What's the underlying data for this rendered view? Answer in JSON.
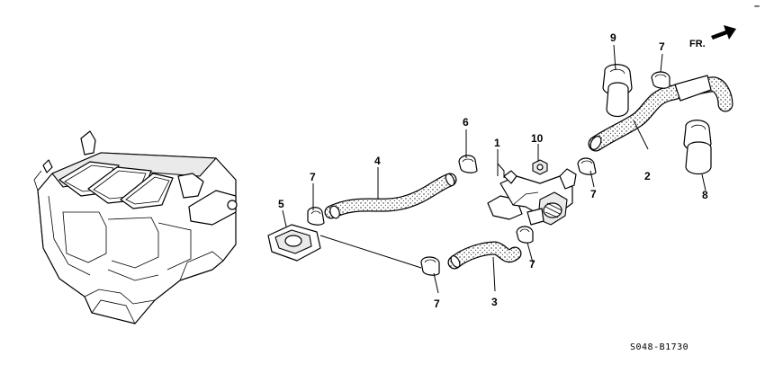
{
  "orientation_label": "FR.",
  "diagram_code": "S048-B1730",
  "corner_mark": "–",
  "callouts": [
    {
      "id": "c1",
      "text": "1"
    },
    {
      "id": "c2",
      "text": "2"
    },
    {
      "id": "c3",
      "text": "3"
    },
    {
      "id": "c4",
      "text": "4"
    },
    {
      "id": "c5",
      "text": "5"
    },
    {
      "id": "c6",
      "text": "6"
    },
    {
      "id": "c7a",
      "text": "7"
    },
    {
      "id": "c7b",
      "text": "7"
    },
    {
      "id": "c7c",
      "text": "7"
    },
    {
      "id": "c7d",
      "text": "7"
    },
    {
      "id": "c7e",
      "text": "7"
    },
    {
      "id": "c8",
      "text": "8"
    },
    {
      "id": "c9",
      "text": "9"
    },
    {
      "id": "c10",
      "text": "10"
    }
  ],
  "parts": {
    "heater_unit": "heater-unit",
    "water_valve": "water-valve",
    "hose_2": "hose",
    "hose_3": "hose",
    "hose_4": "hose",
    "gasket_5": "gasket",
    "clamp_6": "clamp",
    "clamp_7": "clamp",
    "clamp_8": "clamp",
    "clamp_9": "clamp",
    "nut_10": "nut"
  }
}
